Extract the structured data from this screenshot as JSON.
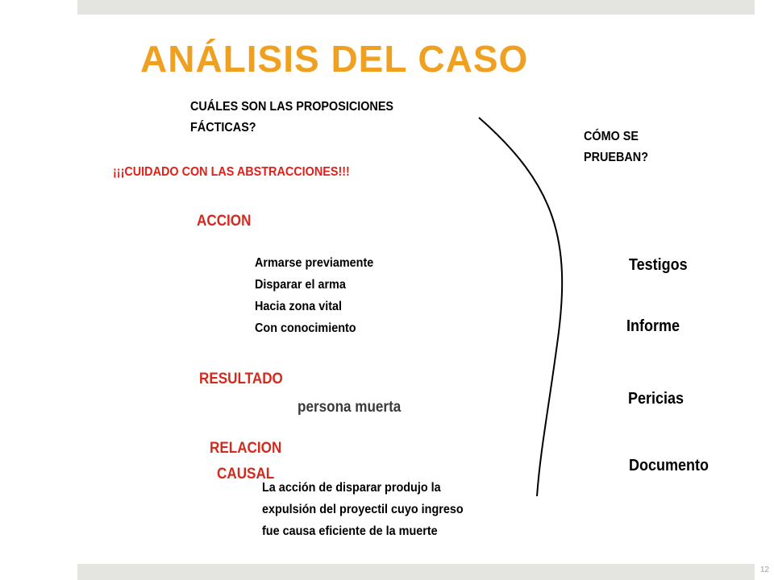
{
  "slide": {
    "title": "ANÁLISIS DEL CASO",
    "question_left": [
      "CUÁLES SON LAS PROPOSICIONES",
      "FÁCTICAS?"
    ],
    "question_right": [
      "CÓMO SE",
      "PRUEBAN?"
    ],
    "warning": "¡¡¡CUIDADO CON LAS ABSTRACCIONES!!!",
    "accion": {
      "heading": "ACCION",
      "items": [
        "Armarse previamente",
        "Disparar el arma",
        "Hacia zona vital",
        "Con conocimiento"
      ]
    },
    "resultado": {
      "heading": "RESULTADO",
      "detail": "persona muerta"
    },
    "relacion": {
      "heading": [
        "RELACION",
        "CAUSAL"
      ],
      "detail": [
        "La acción de disparar produjo la",
        "expulsión del proyectil cuyo ingreso",
        "fue causa eficiente de la muerte"
      ]
    },
    "proofs": [
      "Testigos",
      "Informe",
      "Pericias",
      "Documento"
    ],
    "page_number": "12"
  },
  "colors": {
    "title": "#f0a020",
    "heading_red": "#d42a1e",
    "warning_red": "#e0201a",
    "band_gray": "#e4e4e0",
    "text": "#000000"
  }
}
